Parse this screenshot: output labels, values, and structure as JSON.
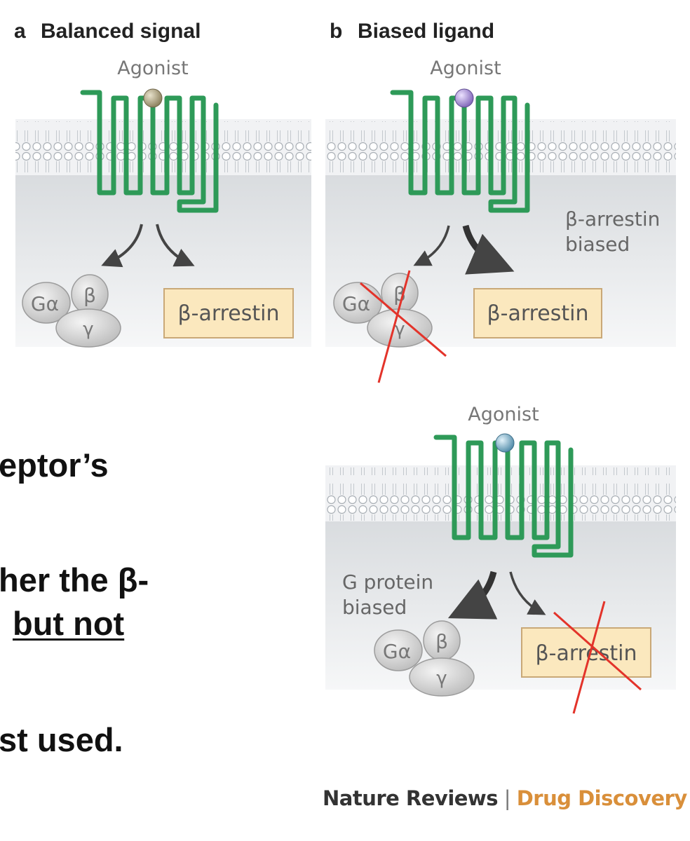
{
  "panel_a": {
    "letter": "a",
    "title": "Balanced signal",
    "agonist_label": "Agonist",
    "g_protein": {
      "alpha": "Gα",
      "beta": "β",
      "gamma": "γ"
    },
    "arrestin_label": "β-arrestin"
  },
  "panel_b": {
    "letter": "b",
    "title": "Biased ligand",
    "agonist_label": "Agonist",
    "bias_label_line1": "β-arrestin",
    "bias_label_line2": "biased",
    "g_protein": {
      "alpha": "Gα",
      "beta": "β",
      "gamma": "γ"
    },
    "arrestin_label": "β-arrestin"
  },
  "panel_c": {
    "agonist_label": "Agonist",
    "bias_label_line1": "G protein",
    "bias_label_line2": "biased",
    "g_protein": {
      "alpha": "Gα",
      "beta": "β",
      "gamma": "γ"
    },
    "arrestin_label": "β-arrestin"
  },
  "slide_text": {
    "line1": "eptor’s",
    "line2": "her the β-",
    "line3": "but not",
    "line4": "st used."
  },
  "credit": {
    "journal": "Nature Reviews",
    "separator": "|",
    "section": "Drug Discovery"
  },
  "colors": {
    "receptor": "#2e9a58",
    "agonist_a": "#9c9070",
    "agonist_b": "#9b84c8",
    "agonist_c": "#6fa3bd",
    "arrestin_fill": "#fbe8be",
    "arrestin_border": "#c9a877",
    "cross": "#e3332a",
    "credit_section": "#d98f3a"
  }
}
